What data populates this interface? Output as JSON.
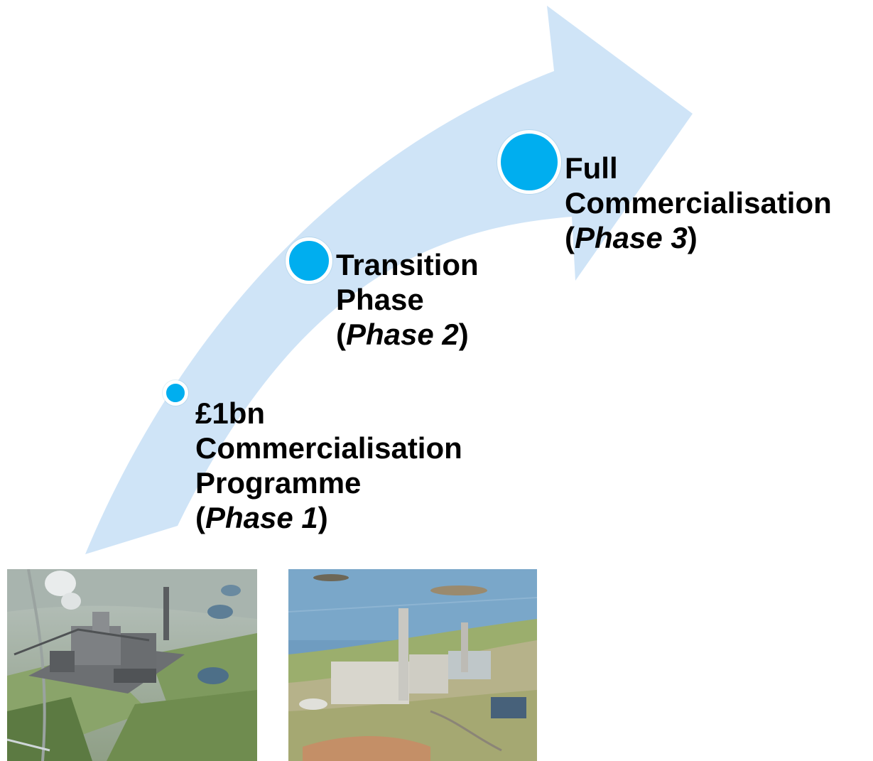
{
  "colors": {
    "arrow": "#cfe4f7",
    "dot": "#00aeef",
    "text": "#000000"
  },
  "stages": [
    {
      "phase": "1",
      "lines": [
        "£1bn",
        "Commercialisation",
        "Programme"
      ],
      "phase_open": "(",
      "phase_label": "Phase 1",
      "phase_close": ")"
    },
    {
      "phase": "2",
      "lines": [
        "Transition",
        "Phase"
      ],
      "phase_open": "(",
      "phase_label": "Phase 2",
      "phase_close": ")"
    },
    {
      "phase": "3",
      "lines": [
        "Full",
        "Commercialisation"
      ],
      "phase_open": "(",
      "phase_label": "Phase 3",
      "phase_close": ")"
    }
  ],
  "photos": [
    {
      "subject": "aerial render of proposed plant beside industrial site and countryside"
    },
    {
      "subject": "aerial view of coastal power station with tall chimney and sea"
    }
  ]
}
